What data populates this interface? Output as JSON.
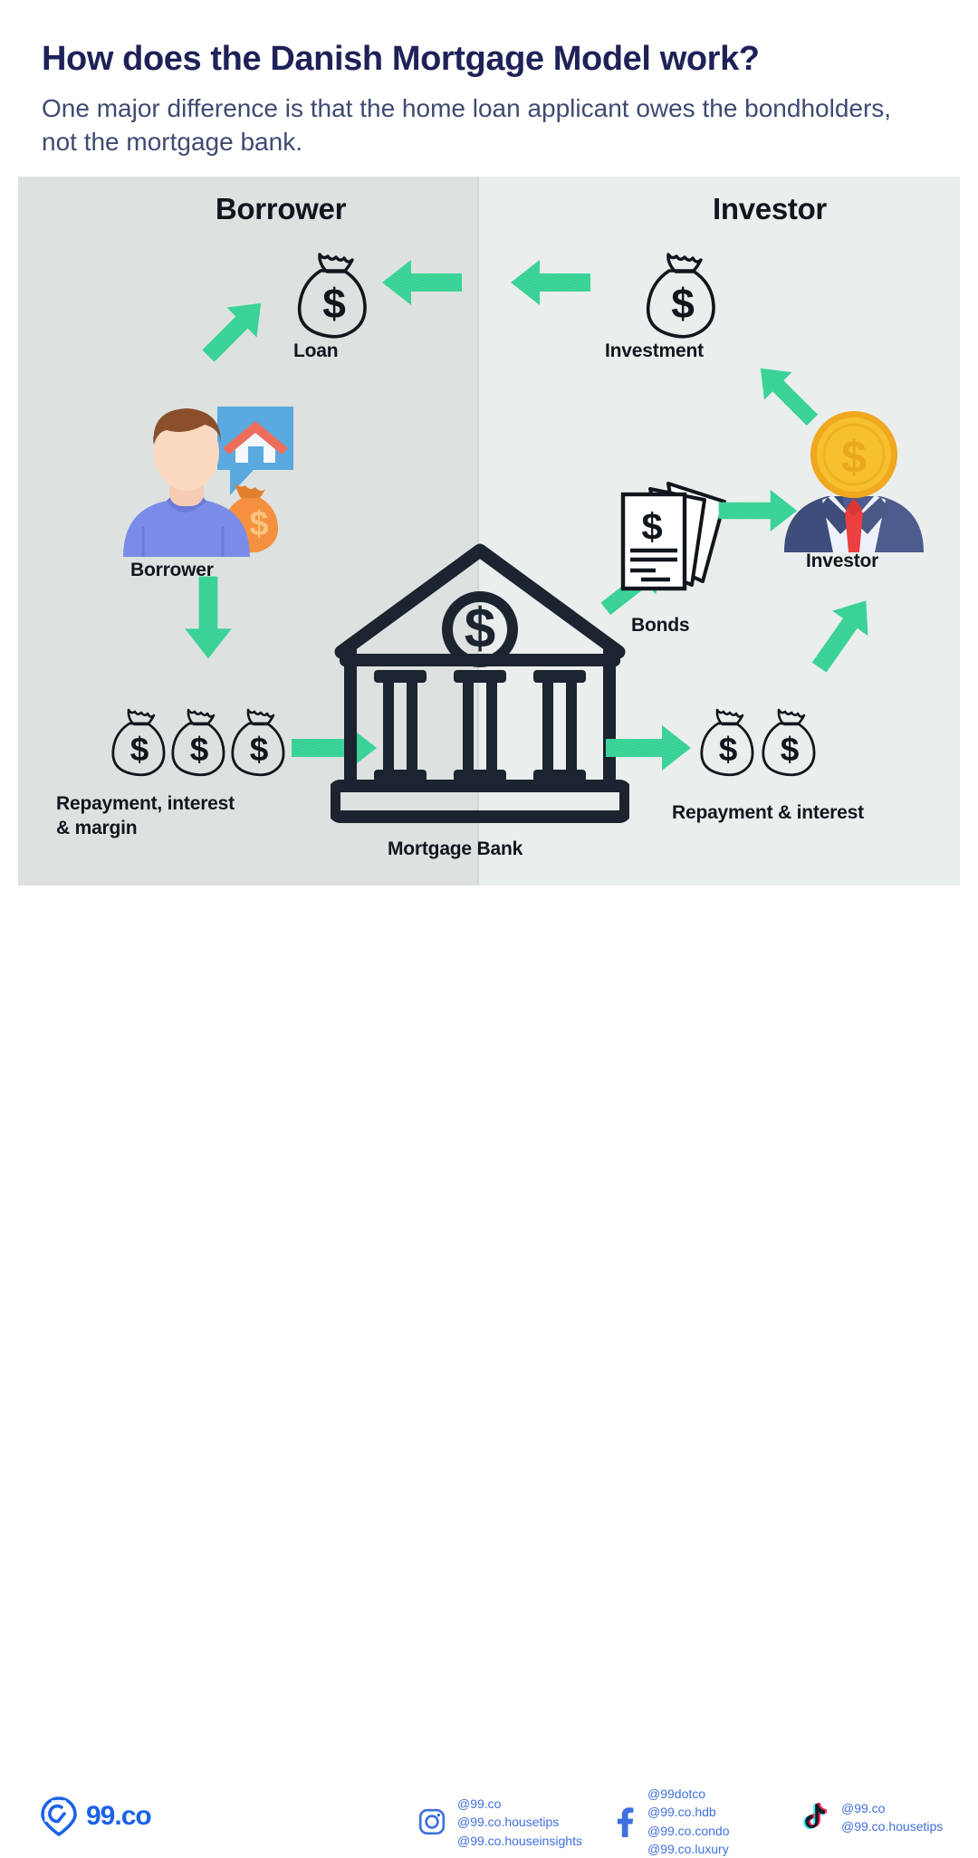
{
  "header": {
    "title": "How does the Danish Mortgage Model work?",
    "subtitle": "One major difference is that the home loan applicant owes the bondholders, not the mortgage bank."
  },
  "colors": {
    "title_navy": "#1e2258",
    "subtitle_navy": "#3f4a72",
    "panel_left_bg": "#dde2e1",
    "panel_right_bg": "#eaeeed",
    "arrow_green": "#3ed59a",
    "brand_blue": "#1a62e8",
    "ink_black": "#11161c",
    "money_bag_orange": "#f5913e",
    "coin_gold": "#f6c02e",
    "suit_navy": "#4d5b8e",
    "tie_red": "#ec4040",
    "hair_brown": "#8b4f2c",
    "shirt_blue": "#7b8ce8",
    "bubble_blue": "#5aa9e0",
    "roof_red": "#ee6e5c"
  },
  "panel": {
    "columns": [
      {
        "id": "borrower",
        "heading": "Borrower"
      },
      {
        "id": "investor",
        "heading": "Investor"
      }
    ],
    "nodes": [
      {
        "id": "loan",
        "label": "Loan",
        "icon": "money-bag-outline-icon"
      },
      {
        "id": "borrower-person",
        "label": "Borrower",
        "icon": "borrower-avatar-icon"
      },
      {
        "id": "repay-left",
        "label": "Repayment, interest\n& margin",
        "label_line1": "Repayment, interest",
        "label_line2": "& margin",
        "icon": "three-money-bags-icon"
      },
      {
        "id": "mortgage-bank",
        "label": "Mortgage Bank",
        "icon": "bank-building-icon"
      },
      {
        "id": "bonds",
        "label": "Bonds",
        "icon": "bond-documents-icon"
      },
      {
        "id": "repay-right",
        "label": "Repayment & interest",
        "icon": "two-money-bags-icon"
      },
      {
        "id": "investor-person",
        "label": "Investor",
        "icon": "investor-avatar-icon"
      },
      {
        "id": "investment",
        "label": "Investment",
        "icon": "money-bag-outline-icon"
      }
    ],
    "arrows": [
      {
        "id": "investment-to-loan-right",
        "direction": "left"
      },
      {
        "id": "investment-to-loan-left",
        "direction": "left"
      },
      {
        "id": "loan-to-borrower",
        "direction": "down-left"
      },
      {
        "id": "borrower-to-repayment",
        "direction": "down"
      },
      {
        "id": "repayment-to-bank",
        "direction": "right"
      },
      {
        "id": "bank-to-bonds",
        "direction": "up-right"
      },
      {
        "id": "bonds-to-investor",
        "direction": "right"
      },
      {
        "id": "bank-to-repay-right",
        "direction": "right"
      },
      {
        "id": "repay-right-to-investor",
        "direction": "up-right"
      },
      {
        "id": "investor-to-investment",
        "direction": "up-left"
      }
    ]
  },
  "footer": {
    "logo_text": "99.co",
    "socials": [
      {
        "id": "instagram",
        "icon": "instagram-icon",
        "handles": [
          "@99.co",
          "@99.co.housetips",
          "@99.co.houseinsights"
        ]
      },
      {
        "id": "facebook",
        "icon": "facebook-icon",
        "handles": [
          "@99dotco",
          "@99.co.hdb",
          "@99.co.condo",
          "@99.co.luxury"
        ]
      },
      {
        "id": "tiktok",
        "icon": "tiktok-icon",
        "handles": [
          "@99.co",
          "@99.co.housetips"
        ]
      }
    ]
  }
}
